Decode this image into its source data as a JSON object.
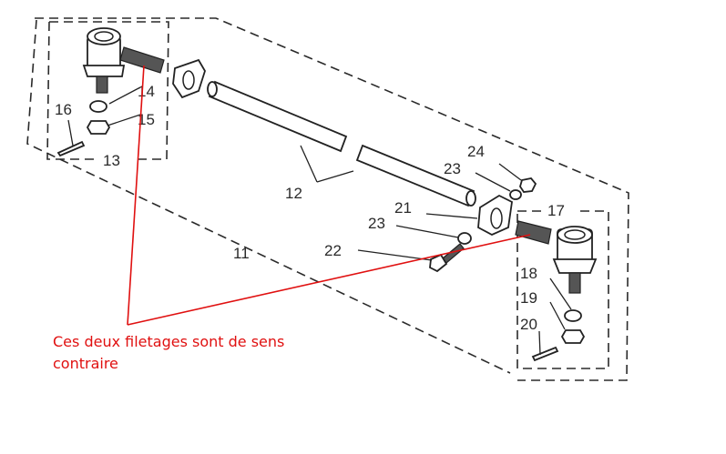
{
  "diagram": {
    "part_labels": {
      "p11": "11",
      "p12": "12",
      "p13": "13",
      "p14": "14",
      "p15": "15",
      "p16": "16",
      "p17": "17",
      "p18": "18",
      "p19": "19",
      "p20": "20",
      "p21": "21",
      "p22": "22",
      "p23a": "23",
      "p23b": "23",
      "p24": "24"
    },
    "annotation": {
      "line1": "Ces deux filetages sont de sens",
      "line2": "contraire",
      "color": "#e01010"
    }
  }
}
